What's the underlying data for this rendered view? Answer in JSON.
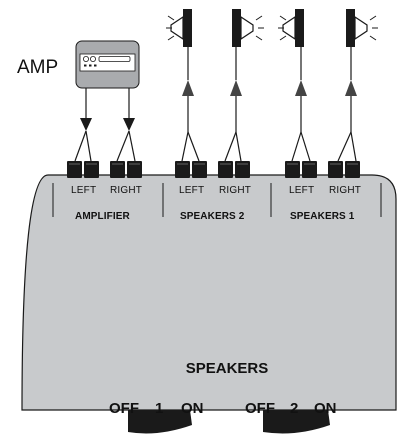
{
  "amp_label": "AMP",
  "channel_left": "LEFT",
  "channel_right": "RIGHT",
  "groups": [
    {
      "id": "amplifier",
      "label": "AMPLIFIER"
    },
    {
      "id": "speakers-2",
      "label": "SPEAKERS 2"
    },
    {
      "id": "speakers-1",
      "label": "SPEAKERS 1"
    }
  ],
  "panel_title": "SPEAKERS",
  "switches": [
    {
      "off": "OFF",
      "number": "1",
      "on": "ON"
    },
    {
      "off": "OFF",
      "number": "2",
      "on": "ON"
    }
  ],
  "colors": {
    "panel_fill": "#c8cacc",
    "amp_fill": "#a9abae",
    "jack_fill": "#1a1a1a",
    "line": "#1a1a1a",
    "arrow_fill": "#444444"
  },
  "icons": [
    "amplifier-icon",
    "speaker-icon",
    "arrow-icon",
    "jack-icon"
  ]
}
